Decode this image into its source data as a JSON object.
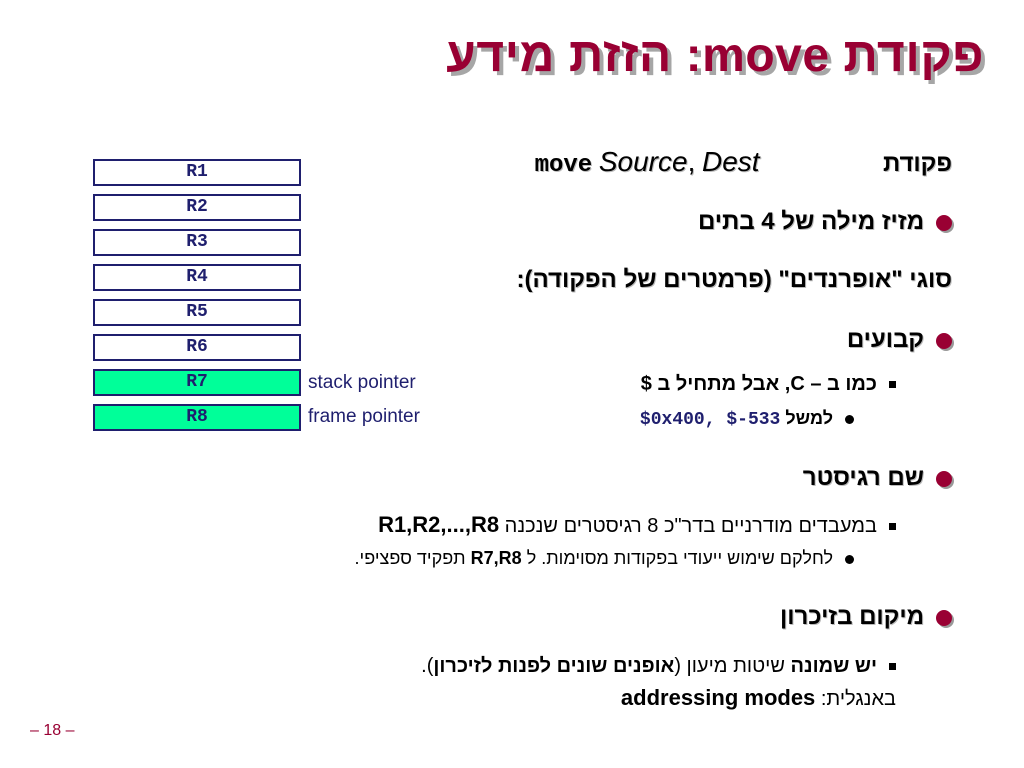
{
  "title": "פקודת move: הזזת מידע",
  "command": {
    "label": "פקודת",
    "keyword": "move",
    "source": "Source",
    "comma": ",",
    "dest": "Dest"
  },
  "bullets": {
    "moves_word": "מזיז מילה של 4 בתים",
    "operand_types": "סוגי \"אופרנדים\" (פרמטרים של הפקודה):",
    "constants": "קבועים",
    "like_c": "כמו ב – C, אבל מתחיל ב $",
    "example_label": "למשל",
    "example_values": "$0x400, $-533",
    "register_name": "שם רגיסטר",
    "modern_cpus_prefix": "במעבדים מודרניים בדר\"כ 8 רגיסטרים שנכנה",
    "modern_cpus_regs": "R1,R2,...,R8",
    "special_prefix": "לחלקם שימוש ייעודי בפקודות מסוימות. ל",
    "special_regs": "R7,R8",
    "special_suffix": "תפקיד ספציפי.",
    "memory_location": "מיקום בזיכרון",
    "addressing_line_prefix": "יש שמונה",
    "addressing_line_mid": "שיטות מיעון (",
    "addressing_line_bold": "אופנים שונים לפנות לזיכרון",
    "addressing_line_end": ").",
    "english_prefix": "באנגלית:",
    "english_term": "addressing modes"
  },
  "registers": [
    "R1",
    "R2",
    "R3",
    "R4",
    "R5",
    "R6",
    "R7",
    "R8"
  ],
  "register_labels": {
    "r7": "stack pointer",
    "r8": "frame pointer"
  },
  "colors": {
    "title": "#990033",
    "register_border": "#1f1f6e",
    "highlight": "#00ff99"
  },
  "page_number": "– 18 –"
}
